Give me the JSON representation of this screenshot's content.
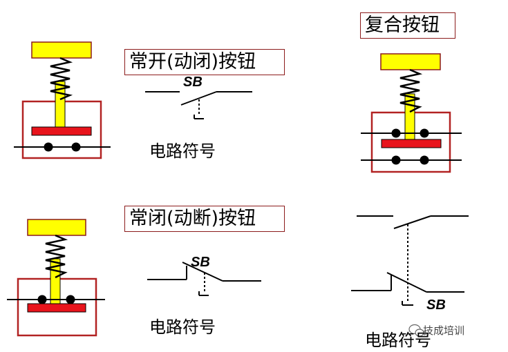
{
  "labels": {
    "no_button": "常开(动闭)按钮",
    "nc_button": "常闭(动断)按钮",
    "compound_button": "复合按钮",
    "symbol_1": "电路符号",
    "symbol_2": "电路符号",
    "symbol_3": "电路符号",
    "sb_1": "SB",
    "sb_2": "SB",
    "sb_3": "SB",
    "watermark": "技成培训"
  },
  "colors": {
    "cap": "#ffff00",
    "plate": "#e8141c",
    "frame": "#b22222",
    "line": "#000000"
  }
}
